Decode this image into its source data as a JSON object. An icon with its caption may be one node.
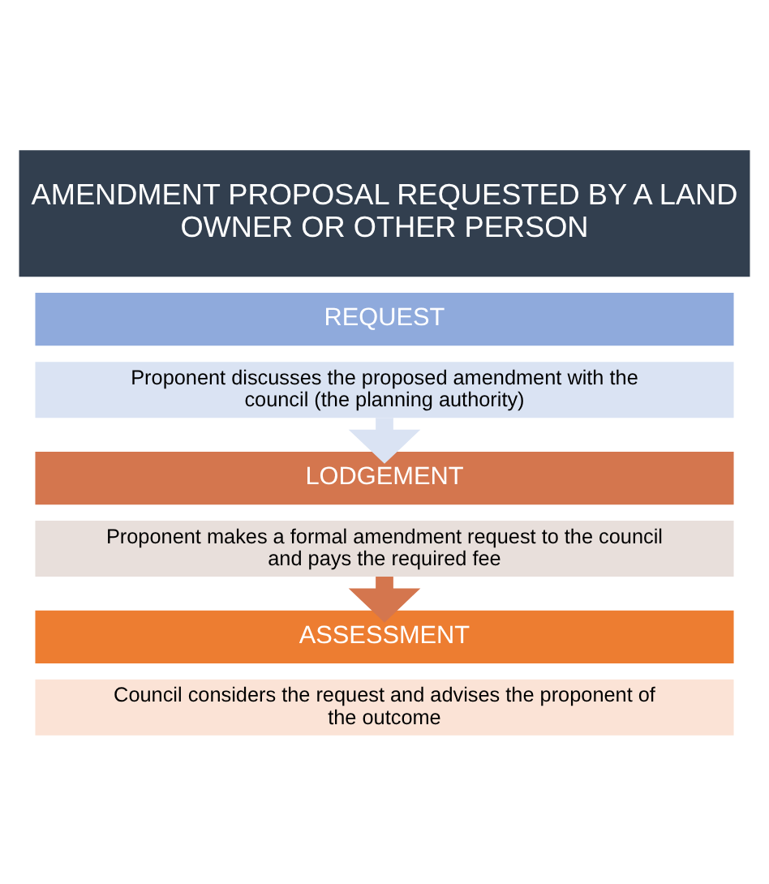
{
  "diagram": {
    "nodes": [
      {
        "text": [
          "AMENDMENT PROPOSAL REQUESTED BY A LAND OWNER OR OTHER PERSON"
        ]
      },
      {
        "text": [
          "REQUEST"
        ]
      },
      {
        "text": [
          "Proponent discusses the proposed amendment with the council (the planning authority)"
        ]
      },
      {
        "text": [
          "LODGEMENT"
        ]
      },
      {
        "text": [
          "Proponent makes a formal amendment request to the council and pays the required fee"
        ]
      },
      {
        "text": [
          "ASSESSMENT"
        ]
      },
      {
        "text": [
          "Council considers the request and advises the proponent of the outcome"
        ]
      }
    ],
    "edges": [
      {
        "from": 2,
        "to": 3,
        "arrow": "to",
        "color": "#dae3f3"
      },
      {
        "from": 4,
        "to": 5,
        "arrow": "to",
        "color": "#d4764e"
      }
    ]
  }
}
